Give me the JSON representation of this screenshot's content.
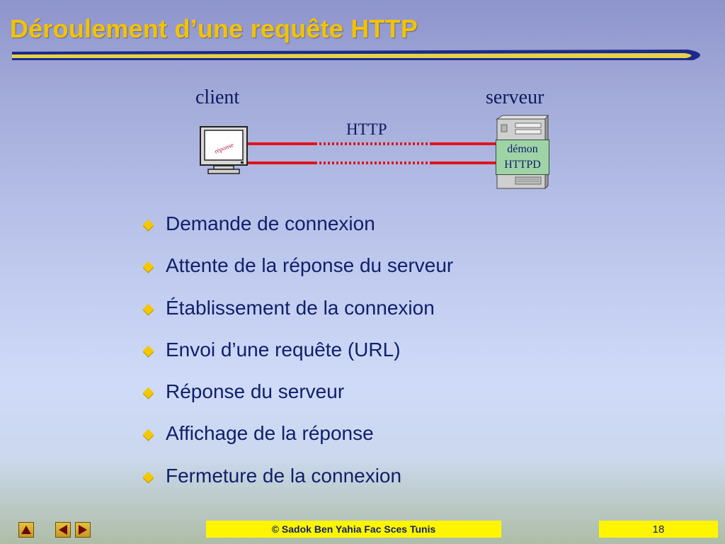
{
  "slide": {
    "title": "Déroulement d’une requête HTTP",
    "accent_color": "#f1c300",
    "text_color": "#10206a"
  },
  "diagram": {
    "client_label": "client",
    "server_label": "serveur",
    "protocol_label": "HTTP",
    "monitor_screen_text": "réponse",
    "daemon_line1": "démon",
    "daemon_line2": "HTTPD",
    "connection_color": "#e0141c"
  },
  "bullets": [
    "Demande de connexion",
    "Attente de la réponse du serveur",
    "Établissement de la connexion",
    "Envoi d’une requête (URL)",
    "Réponse du serveur",
    "Affichage de la réponse",
    "Fermeture de la connexion"
  ],
  "footer": {
    "copyright": "© Sadok Ben Yahia Fac Sces Tunis",
    "page_number": "18",
    "nav_icons": [
      "triangle-up-icon",
      "triangle-left-icon",
      "triangle-right-icon"
    ]
  }
}
